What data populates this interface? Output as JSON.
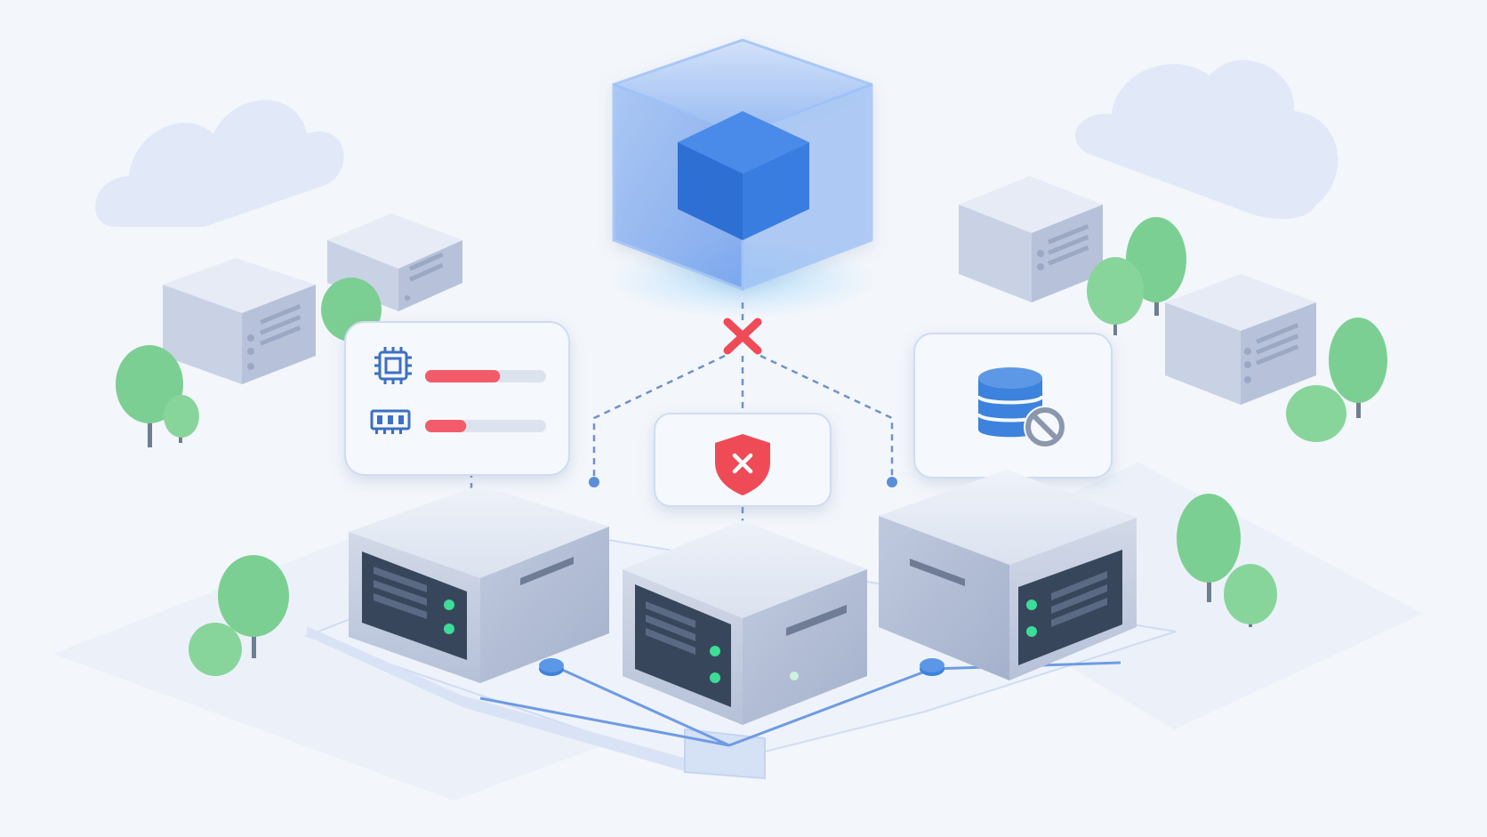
{
  "scene": {
    "pod": {
      "icon": "cube-icon"
    },
    "connection": {
      "status": "failed",
      "icon": "x-mark-icon"
    },
    "nodes": [
      {
        "id": "node-left",
        "led": "#3ddc97",
        "callout": {
          "type": "resource-usage",
          "icons": [
            "cpu-icon",
            "memory-icon"
          ],
          "cpu_usage": 0.62,
          "memory_usage": 0.34,
          "bar_color": "#f25c6a"
        }
      },
      {
        "id": "node-center",
        "led": "#3ddc97",
        "callout": {
          "type": "security",
          "icon": "shield-x-icon",
          "color": "#ef4b57"
        }
      },
      {
        "id": "node-right",
        "led": "#3ddc97",
        "callout": {
          "type": "storage-blocked",
          "icon": "database-blocked-icon",
          "color": "#3d82dd"
        }
      }
    ],
    "decor": {
      "clouds": 2,
      "background_servers": 4,
      "trees": 10
    }
  },
  "colors": {
    "background": "#f3f6fb",
    "accent": "#3d82dd",
    "error": "#ef4b57",
    "tree": "#7ccf92",
    "server_front": "#c7d0e3",
    "server_side": "#aeb9d2",
    "server_top": "#e6ebf5",
    "panel": "#38465c"
  }
}
